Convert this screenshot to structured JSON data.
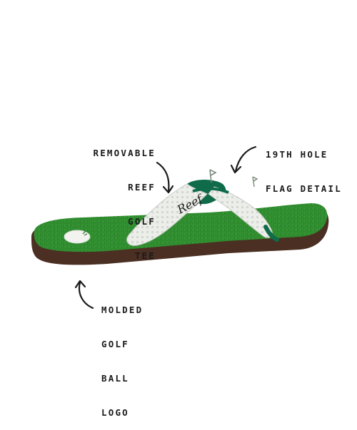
{
  "callouts": {
    "tee": [
      "REMOVABLE",
      "REEF",
      "GOLF",
      "TEE"
    ],
    "flag": [
      "19TH HOLE",
      "FLAG DETAIL"
    ],
    "logo": [
      "MOLDED",
      "GOLF",
      "BALL",
      "LOGO"
    ]
  },
  "product": {
    "strap_logo": "Reef"
  },
  "colors": {
    "turf_green": "#2e8b2e",
    "turf_dark": "#1f6b1f",
    "sole_brown": "#4a2f22",
    "strap_white": "#e9ece8",
    "strap_lining": "#0f6b4a",
    "ink": "#1a1a1a"
  }
}
